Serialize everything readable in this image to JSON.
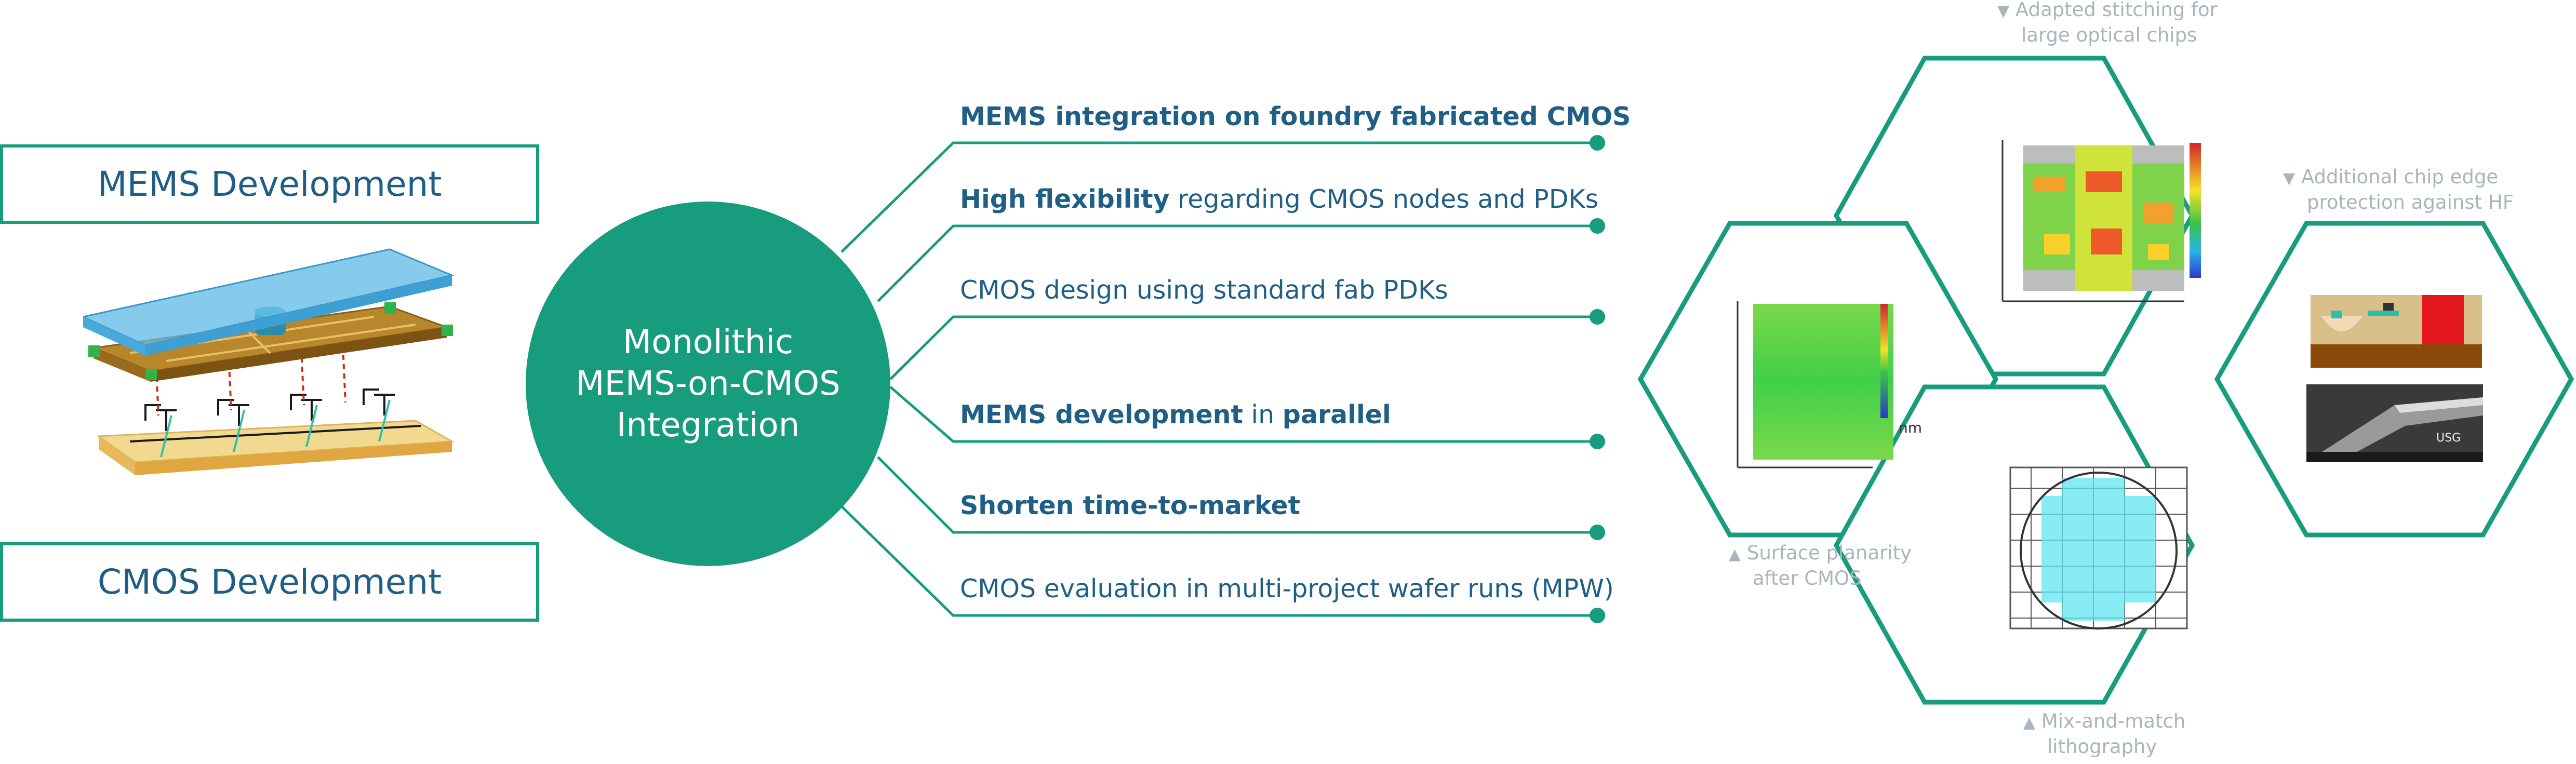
{
  "left": {
    "mems_label": "MEMS Development",
    "cmos_label": "CMOS Development"
  },
  "center": {
    "line1": "Monolithic",
    "line2": "MEMS-on-CMOS",
    "line3": "Integration"
  },
  "features": [
    {
      "bold": "MEMS integration on foundry fabricated CMOS",
      "a": "",
      "b": "",
      "c": ""
    },
    {
      "bold": "High flexibility",
      "a": " regarding CMOS nodes and PDKs",
      "b": "",
      "c": ""
    },
    {
      "bold": "",
      "a": "CMOS design using standard fab PDKs",
      "b": "",
      "c": ""
    },
    {
      "bold": "MEMS development",
      "a": " in ",
      "b": "parallel",
      "c": ""
    },
    {
      "bold": "Shorten time-to-market",
      "a": "",
      "b": "",
      "c": ""
    },
    {
      "bold": "",
      "a": "CMOS evaluation in multi-project wafer runs (MPW)",
      "b": "",
      "c": ""
    }
  ],
  "captions": {
    "stitch_1": "Adapted stitching for",
    "stitch_2": "large optical chips",
    "edge_1": "Additional chip edge",
    "edge_2": "protection against HF",
    "planarity_1": "Surface planarity",
    "planarity_2": "after CMOS",
    "litho_1": "Mix-and-match",
    "litho_2": "lithography"
  },
  "thumb_labels": {
    "unit": "nm",
    "sem": "USG"
  },
  "colors": {
    "accent": "#179c7d",
    "text": "#1f5f86",
    "caption": "#a9b4bd"
  }
}
